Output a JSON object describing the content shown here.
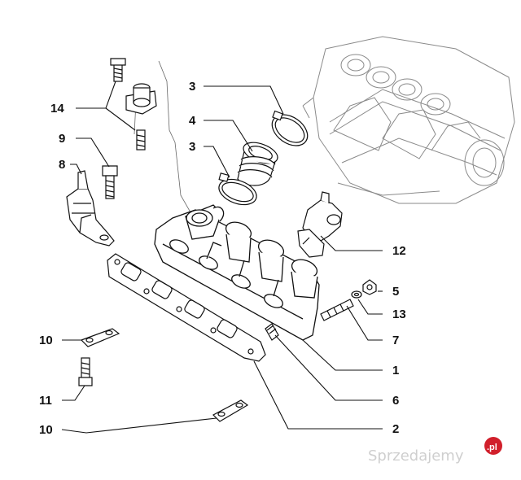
{
  "callouts": {
    "c14": "14",
    "c9": "9",
    "c8": "8",
    "c3a": "3",
    "c4": "4",
    "c3b": "3",
    "c12": "12",
    "c5": "5",
    "c13": "13",
    "c7": "7",
    "c1": "1",
    "c6": "6",
    "c2": "2",
    "c10a": "10",
    "c11": "11",
    "c10b": "10"
  },
  "watermark": {
    "text": "Sprzedajemy",
    "suffix": ".pl"
  },
  "colors": {
    "line": "#111111",
    "ghost": "#8a8a8a",
    "watermark": "#cfcfcf",
    "badge": "#d11f2b"
  }
}
